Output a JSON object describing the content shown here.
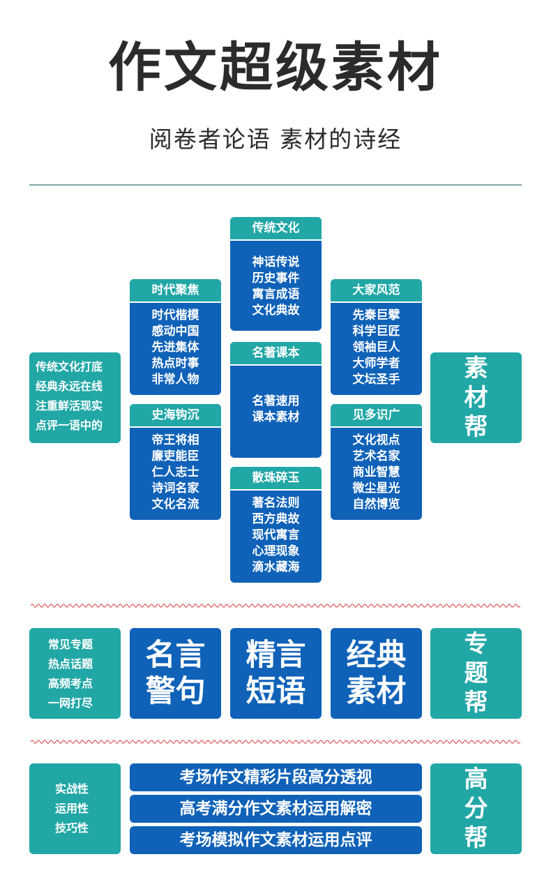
{
  "header": {
    "title": "作文超级素材",
    "subtitle": "阅卷者论语 素材的诗经"
  },
  "material_section": {
    "side_text": [
      "传统文化打底",
      "经典永远在线",
      "注重鲜活现实",
      "点评一语中的"
    ],
    "badge": [
      "素",
      "材",
      "帮"
    ],
    "categories": {
      "traditional_culture": {
        "title": "传统文化",
        "items": [
          "神话传说",
          "历史事件",
          "寓言成语",
          "文化典故"
        ]
      },
      "era_focus": {
        "title": "时代聚焦",
        "items": [
          "时代楷模",
          "感动中国",
          "先进集体",
          "热点时事",
          "非常人物"
        ]
      },
      "great_masters": {
        "title": "大家风范",
        "items": [
          "先秦巨擘",
          "科学巨匠",
          "领袖巨人",
          "大师学者",
          "文坛圣手"
        ]
      },
      "classics_textbooks": {
        "title": "名著课本",
        "items": [
          "名著速用",
          "课本素材"
        ]
      },
      "history_depths": {
        "title": "史海钩沉",
        "items": [
          "帝王将相",
          "廉吏能臣",
          "仁人志士",
          "诗词名家",
          "文化名流"
        ]
      },
      "broad_knowledge": {
        "title": "见多识广",
        "items": [
          "文化视点",
          "艺术名家",
          "商业智慧",
          "微尘星光",
          "自然博览"
        ]
      },
      "scattered_pearls": {
        "title": "散珠碎玉",
        "items": [
          "著名法则",
          "西方典故",
          "现代寓言",
          "心理现象",
          "滴水藏海"
        ]
      }
    }
  },
  "topic_section": {
    "side_text": [
      "常见专题",
      "热点话题",
      "高频考点",
      "一网打尽"
    ],
    "blocks": [
      {
        "lines": [
          "名言",
          "警句"
        ]
      },
      {
        "lines": [
          "精言",
          "短语"
        ]
      },
      {
        "lines": [
          "经典",
          "素材"
        ]
      }
    ],
    "badge": [
      "专",
      "题",
      "帮"
    ]
  },
  "score_section": {
    "side_text": [
      "实战性",
      "运用性",
      "技巧性"
    ],
    "strips": [
      "考场作文精彩片段高分透视",
      "高考满分作文素材运用解密",
      "考场模拟作文素材运用点评"
    ],
    "badge": [
      "高",
      "分",
      "帮"
    ]
  },
  "colors": {
    "dark_blue": "#0f62b8",
    "teal": "#21a7a6",
    "title_text": "#2b2b2b",
    "wave": "#e07070"
  }
}
